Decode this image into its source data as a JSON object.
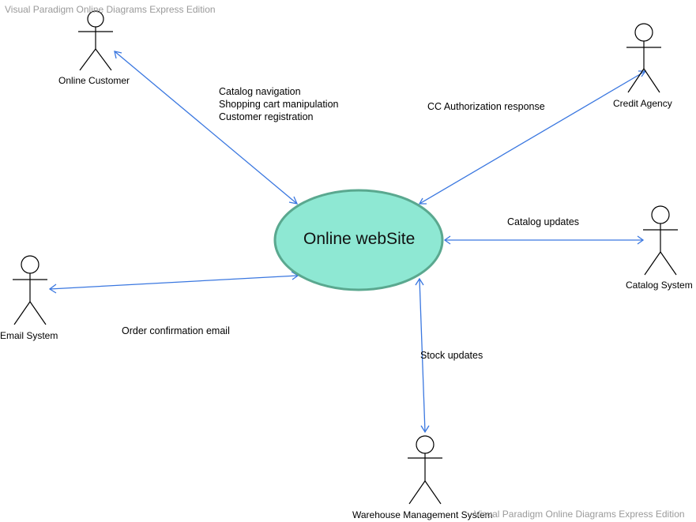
{
  "watermark": {
    "top": "Visual Paradigm Online Diagrams Express Edition",
    "bottom": "Visual Paradigm Online Diagrams Express Edition"
  },
  "system": {
    "label": "Online webSite",
    "fill": "#8ee8d3",
    "stroke": "#5aa88f"
  },
  "connector_color": "#3a77e0",
  "actors": [
    {
      "id": "online-customer",
      "label": "Online Customer"
    },
    {
      "id": "credit-agency",
      "label": "Credit Agency"
    },
    {
      "id": "catalog-system",
      "label": "Catalog System"
    },
    {
      "id": "email-system",
      "label": "Email System"
    },
    {
      "id": "warehouse",
      "label": "Warehouse Management System"
    }
  ],
  "flows": {
    "customer": [
      "Catalog navigation",
      "Shopping cart manipulation",
      "Customer registration"
    ],
    "credit": "CC Authorization response",
    "catalog": "Catalog updates",
    "email": "Order confirmation email",
    "warehouse": "Stock updates"
  }
}
